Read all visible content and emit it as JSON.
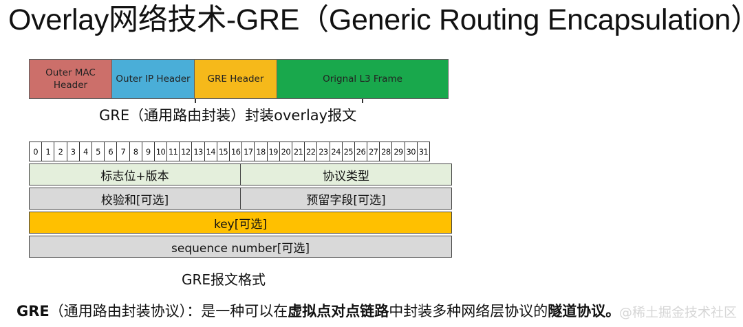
{
  "title": "Overlay网络技术-GRE（Generic Routing Encapsulation）",
  "frame": {
    "outer_mac": {
      "line1": "Outer MAC",
      "line2": "Header",
      "color": "#cc6f6a"
    },
    "outer_ip": {
      "label": "Outer IP Header",
      "color": "#4aaed8"
    },
    "gre_header": {
      "label": "GRE Header",
      "color": "#f6b91a"
    },
    "l3_frame": {
      "label": "Orignal L3 Frame",
      "color": "#19a84c"
    }
  },
  "caption_encap": "GRE（通用路由封装）封装overlay报文",
  "bit_numbers": [
    "0",
    "1",
    "2",
    "3",
    "4",
    "5",
    "6",
    "7",
    "8",
    "9",
    "10",
    "11",
    "12",
    "13",
    "14",
    "15",
    "16",
    "17",
    "18",
    "19",
    "20",
    "21",
    "22",
    "23",
    "24",
    "25",
    "26",
    "27",
    "28",
    "29",
    "30",
    "31"
  ],
  "format_rows": {
    "flags": "标志位+版本",
    "protocol": "协议类型",
    "checksum": "校验和[可选]",
    "reserved": "预留字段[可选]",
    "key": "key[可选]",
    "sequence": "sequence number[可选]"
  },
  "colors": {
    "light_green": "#e4efdc",
    "gray": "#d9d9d9",
    "orange": "#ffc000"
  },
  "caption_format": "GRE报文格式",
  "definition": {
    "term": "GRE",
    "paren": "（通用路由封装协议）：",
    "text1": "是一种可以在",
    "bold1": "虚拟点对点链路",
    "text2": "中封装多种网络层协议的",
    "bold2": "隧道协议。"
  },
  "watermark": "@稀土掘金技术社区"
}
